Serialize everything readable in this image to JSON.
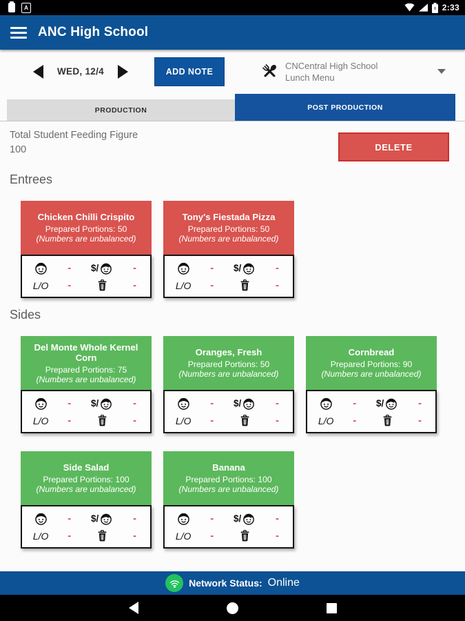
{
  "status_bar": {
    "time": "2:33"
  },
  "app_bar": {
    "title": "ANC High School"
  },
  "toolbar": {
    "date": "WED, 12/4",
    "add_note_label": "ADD NOTE",
    "menu_name_line1": "CNCentral High School",
    "menu_name_line2": "Lunch Menu"
  },
  "tabs": {
    "production_label": "PRODUCTION",
    "post_production_label": "POST PRODUCTION"
  },
  "feeding": {
    "label": "Total Student Feeding Figure",
    "value": "100",
    "delete_label": "DELETE"
  },
  "card_footer": {
    "dollar_label": "$/",
    "lo_label": "L/O",
    "dash": "-"
  },
  "sections": [
    {
      "title": "Entrees",
      "color": "#d9534f",
      "cards": [
        {
          "name": "Chicken Chilli Crispito",
          "portions": "Prepared Portions: 50",
          "note": "(Numbers are unbalanced)"
        },
        {
          "name": "Tony's Fiestada Pizza",
          "portions": "Prepared Portions: 50",
          "note": "(Numbers are unbalanced)"
        }
      ]
    },
    {
      "title": "Sides",
      "color": "#5cb85c",
      "cards": [
        {
          "name": "Del Monte Whole Kernel Corn",
          "portions": "Prepared Portions: 75",
          "note": "(Numbers are unbalanced)"
        },
        {
          "name": "Oranges, Fresh",
          "portions": "Prepared Portions: 50",
          "note": "(Numbers are unbalanced)"
        },
        {
          "name": "Cornbread",
          "portions": "Prepared Portions: 90",
          "note": "(Numbers are unbalanced)"
        },
        {
          "name": "Side Salad",
          "portions": "Prepared Portions: 100",
          "note": "(Numbers are unbalanced)"
        },
        {
          "name": "Banana",
          "portions": "Prepared Portions: 100",
          "note": "(Numbers are unbalanced)"
        }
      ]
    }
  ],
  "network": {
    "label": "Network Status:",
    "value": "Online"
  },
  "colors": {
    "app_blue": "#0d5294",
    "accent_blue": "#0e549e",
    "danger_red": "#d9534f",
    "success_green": "#5cb85c",
    "status_green": "#23c25e"
  }
}
